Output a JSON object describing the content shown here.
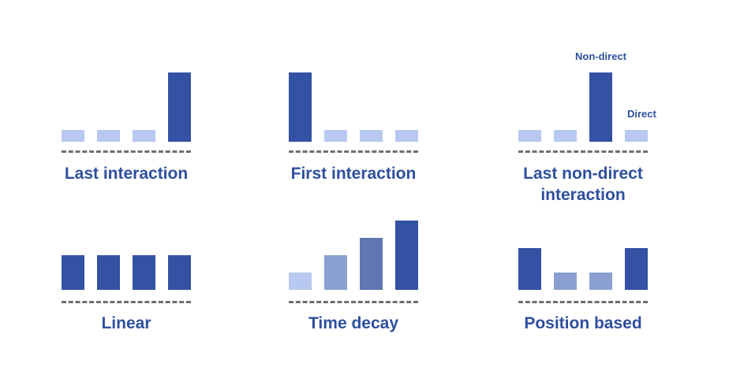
{
  "colors": {
    "dark": "#3452a4",
    "light": "#b7c9f0",
    "mid": "#8aa0d0",
    "deep": "#5f77b0",
    "text": "#2e4f9f",
    "dash": "#6f6f6f"
  },
  "models": [
    {
      "id": "last-interaction",
      "caption": [
        "Last interaction"
      ],
      "bars": [
        {
          "weight": 0.15,
          "tone": "light"
        },
        {
          "weight": 0.15,
          "tone": "light"
        },
        {
          "weight": 0.15,
          "tone": "light"
        },
        {
          "weight": 0.88,
          "tone": "dark"
        }
      ]
    },
    {
      "id": "first-interaction",
      "caption": [
        "First interaction"
      ],
      "bars": [
        {
          "weight": 0.88,
          "tone": "dark"
        },
        {
          "weight": 0.15,
          "tone": "light"
        },
        {
          "weight": 0.15,
          "tone": "light"
        },
        {
          "weight": 0.15,
          "tone": "light"
        }
      ]
    },
    {
      "id": "last-non-direct-interaction",
      "caption": [
        "Last non-direct",
        "interaction"
      ],
      "bars": [
        {
          "weight": 0.15,
          "tone": "light"
        },
        {
          "weight": 0.15,
          "tone": "light"
        },
        {
          "weight": 0.88,
          "tone": "dark",
          "label": "Non-direct"
        },
        {
          "weight": 0.15,
          "tone": "light",
          "label": "Direct"
        }
      ]
    },
    {
      "id": "linear",
      "caption": [
        "Linear"
      ],
      "bars": [
        {
          "weight": 0.44,
          "tone": "dark"
        },
        {
          "weight": 0.44,
          "tone": "dark"
        },
        {
          "weight": 0.44,
          "tone": "dark"
        },
        {
          "weight": 0.44,
          "tone": "dark"
        }
      ]
    },
    {
      "id": "time-decay",
      "caption": [
        "Time decay"
      ],
      "bars": [
        {
          "weight": 0.22,
          "tone": "light"
        },
        {
          "weight": 0.44,
          "tone": "mid"
        },
        {
          "weight": 0.66,
          "tone": "deep"
        },
        {
          "weight": 0.88,
          "tone": "dark"
        }
      ]
    },
    {
      "id": "position-based",
      "caption": [
        "Position based"
      ],
      "bars": [
        {
          "weight": 0.53,
          "tone": "dark"
        },
        {
          "weight": 0.22,
          "tone": "mid"
        },
        {
          "weight": 0.22,
          "tone": "mid"
        },
        {
          "weight": 0.53,
          "tone": "dark"
        }
      ]
    }
  ]
}
